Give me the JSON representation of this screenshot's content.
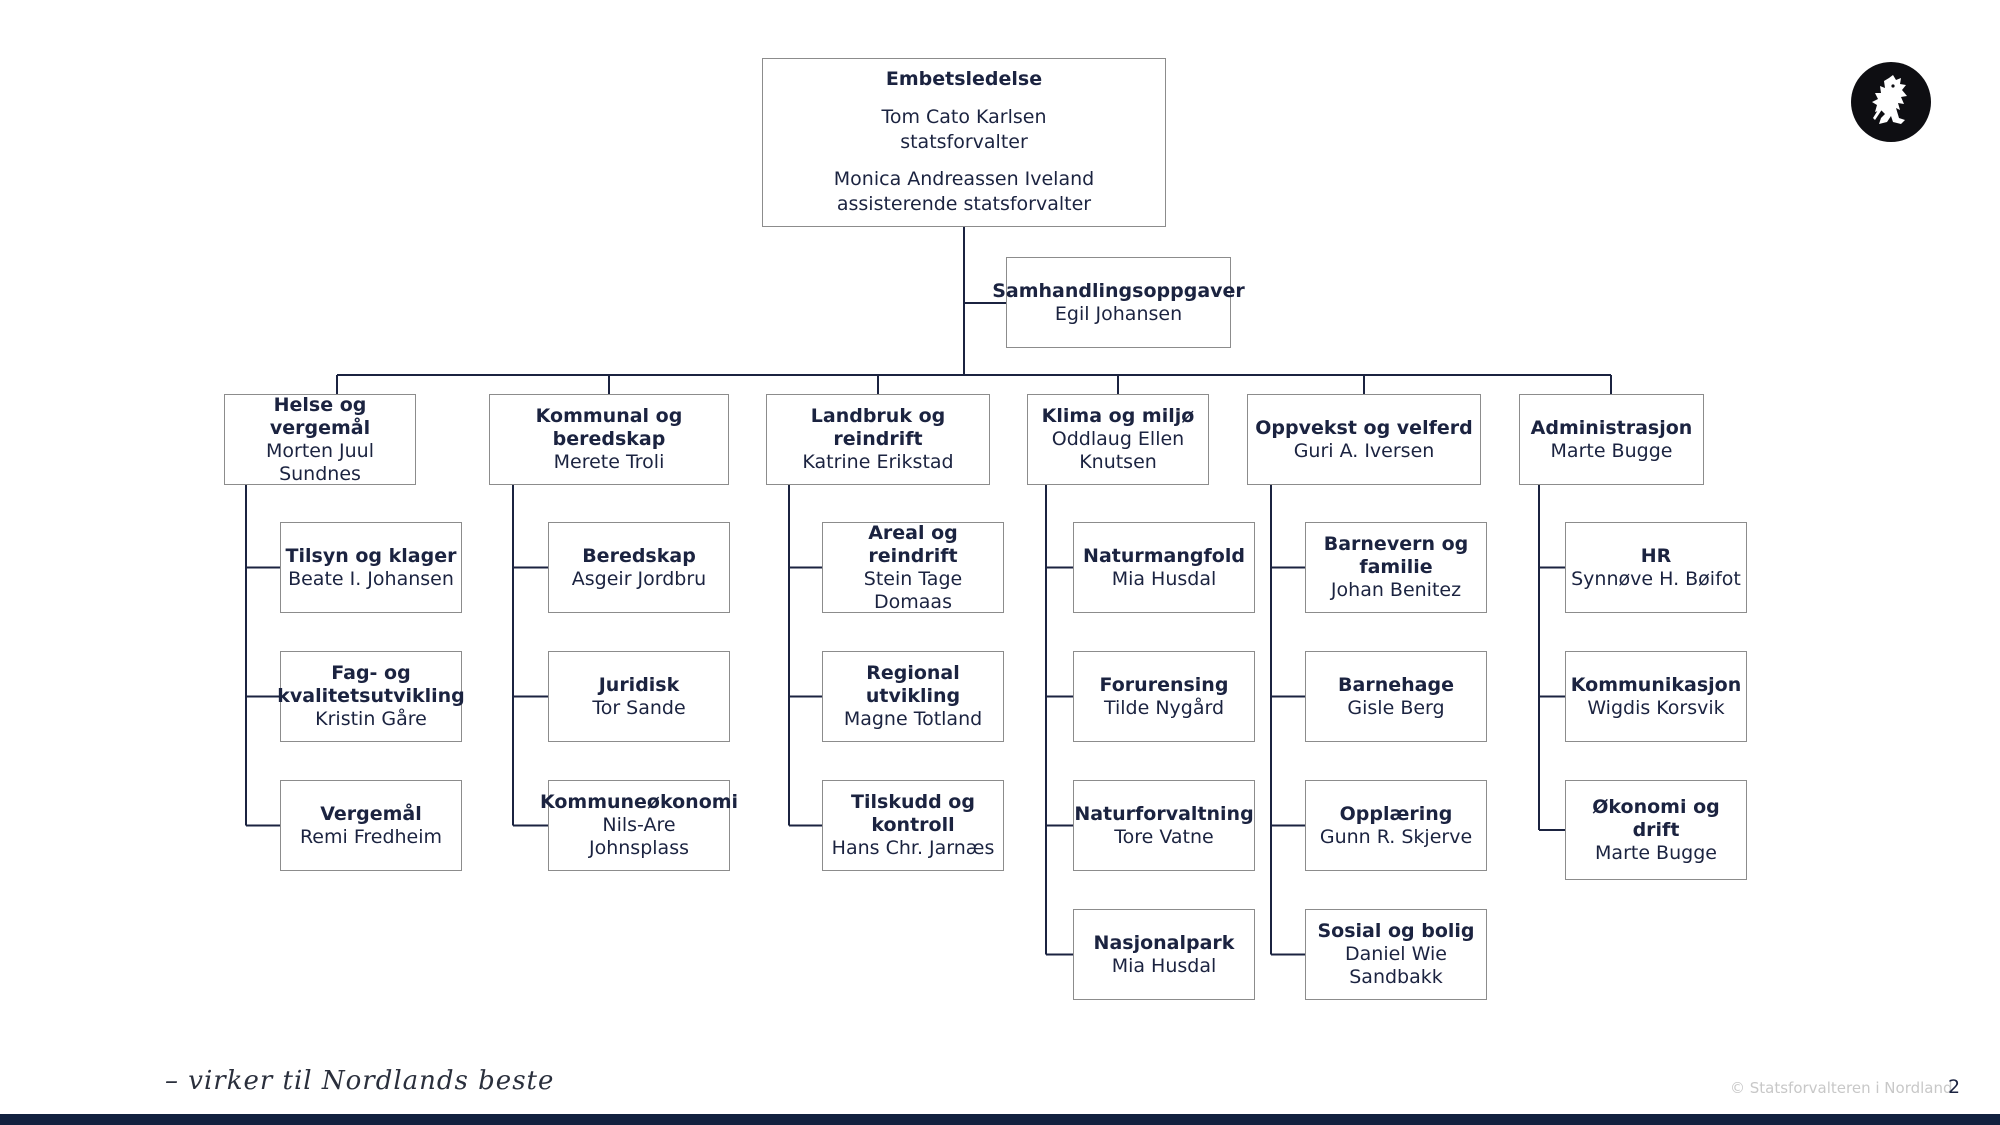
{
  "org": {
    "top": {
      "title": "Embetsledelse",
      "person1_name": "Tom Cato Karlsen",
      "person1_role": "statsforvalter",
      "person2_name": "Monica Andreassen Iveland",
      "person2_role": "assisterende statsforvalter"
    },
    "staff": {
      "title": "Samhandlingsoppgaver",
      "person": "Egil Johansen"
    },
    "departments": [
      {
        "title": "Helse og vergemål",
        "person": "Morten Juul Sundnes",
        "units": [
          {
            "title": "Tilsyn og klager",
            "person": "Beate I. Johansen"
          },
          {
            "title": "Fag- og kvalitetsutvikling",
            "person": "Kristin Gåre"
          },
          {
            "title": "Vergemål",
            "person": "Remi Fredheim"
          }
        ]
      },
      {
        "title": "Kommunal og beredskap",
        "person": "Merete Troli",
        "units": [
          {
            "title": "Beredskap",
            "person": "Asgeir Jordbru"
          },
          {
            "title": "Juridisk",
            "person": "Tor Sande"
          },
          {
            "title": "Kommuneøkonomi",
            "person": "Nils-Are Johnsplass"
          }
        ]
      },
      {
        "title": "Landbruk og reindrift",
        "person": "Katrine Erikstad",
        "units": [
          {
            "title": "Areal og reindrift",
            "person": "Stein Tage Domaas"
          },
          {
            "title": "Regional utvikling",
            "person": "Magne Totland"
          },
          {
            "title": "Tilskudd og kontroll",
            "person": "Hans Chr. Jarnæs"
          }
        ]
      },
      {
        "title": "Klima og miljø",
        "person": "Oddlaug Ellen Knutsen",
        "units": [
          {
            "title": "Naturmangfold",
            "person": "Mia Husdal"
          },
          {
            "title": "Forurensing",
            "person": "Tilde Nygård"
          },
          {
            "title": "Naturforvaltning",
            "person": "Tore Vatne"
          },
          {
            "title": "Nasjonalpark",
            "person": "Mia Husdal"
          }
        ]
      },
      {
        "title": "Oppvekst og velferd",
        "person": "Guri A. Iversen",
        "units": [
          {
            "title": "Barnevern og familie",
            "person": "Johan Benitez"
          },
          {
            "title": "Barnehage",
            "person": "Gisle Berg"
          },
          {
            "title": "Opplæring",
            "person": "Gunn R. Skjerve"
          },
          {
            "title": "Sosial og bolig",
            "person": "Daniel Wie Sandbakk"
          }
        ]
      },
      {
        "title": "Administrasjon",
        "person": "Marte Bugge",
        "units": [
          {
            "title": "HR",
            "person": "Synnøve H. Bøifot"
          },
          {
            "title": "Kommunikasjon",
            "person": "Wigdis Korsvik"
          },
          {
            "title": "Økonomi og drift",
            "person": "Marte Bugge"
          }
        ]
      }
    ]
  },
  "footer": {
    "slogan": "– virker til Nordlands beste",
    "copyright": "© Statsforvalteren i Nordland",
    "page_number": "2"
  },
  "colors": {
    "line": "#1b2340",
    "box_border": "#8c8c8c",
    "text": "#1b2340",
    "bar": "#12213f"
  },
  "logo_icon": "lion-coat-of-arms-icon"
}
